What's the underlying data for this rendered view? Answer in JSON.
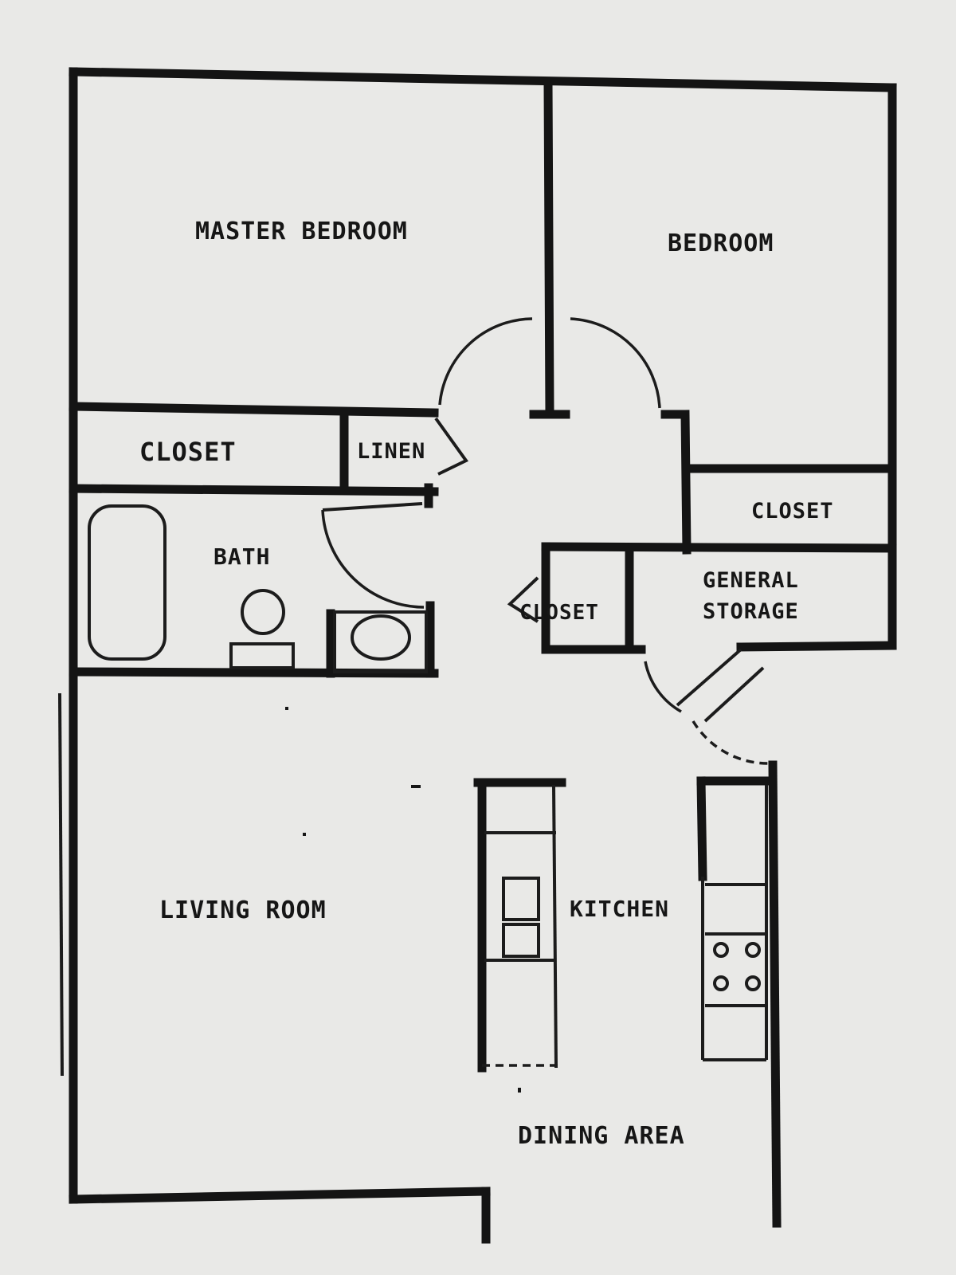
{
  "rooms": {
    "master_bedroom": "MASTER BEDROOM",
    "bedroom": "BEDROOM",
    "closet_master": "CLOSET",
    "linen": "LINEN",
    "closet_bedroom": "CLOSET",
    "bath": "BATH",
    "closet_hall": "CLOSET",
    "general_storage_line1": "GENERAL",
    "general_storage_line2": "STORAGE",
    "living_room": "LIVING ROOM",
    "kitchen": "KITCHEN",
    "dining_area": "DINING AREA"
  },
  "colors": {
    "paper": "#e9e9e7",
    "ink": "#141414"
  }
}
